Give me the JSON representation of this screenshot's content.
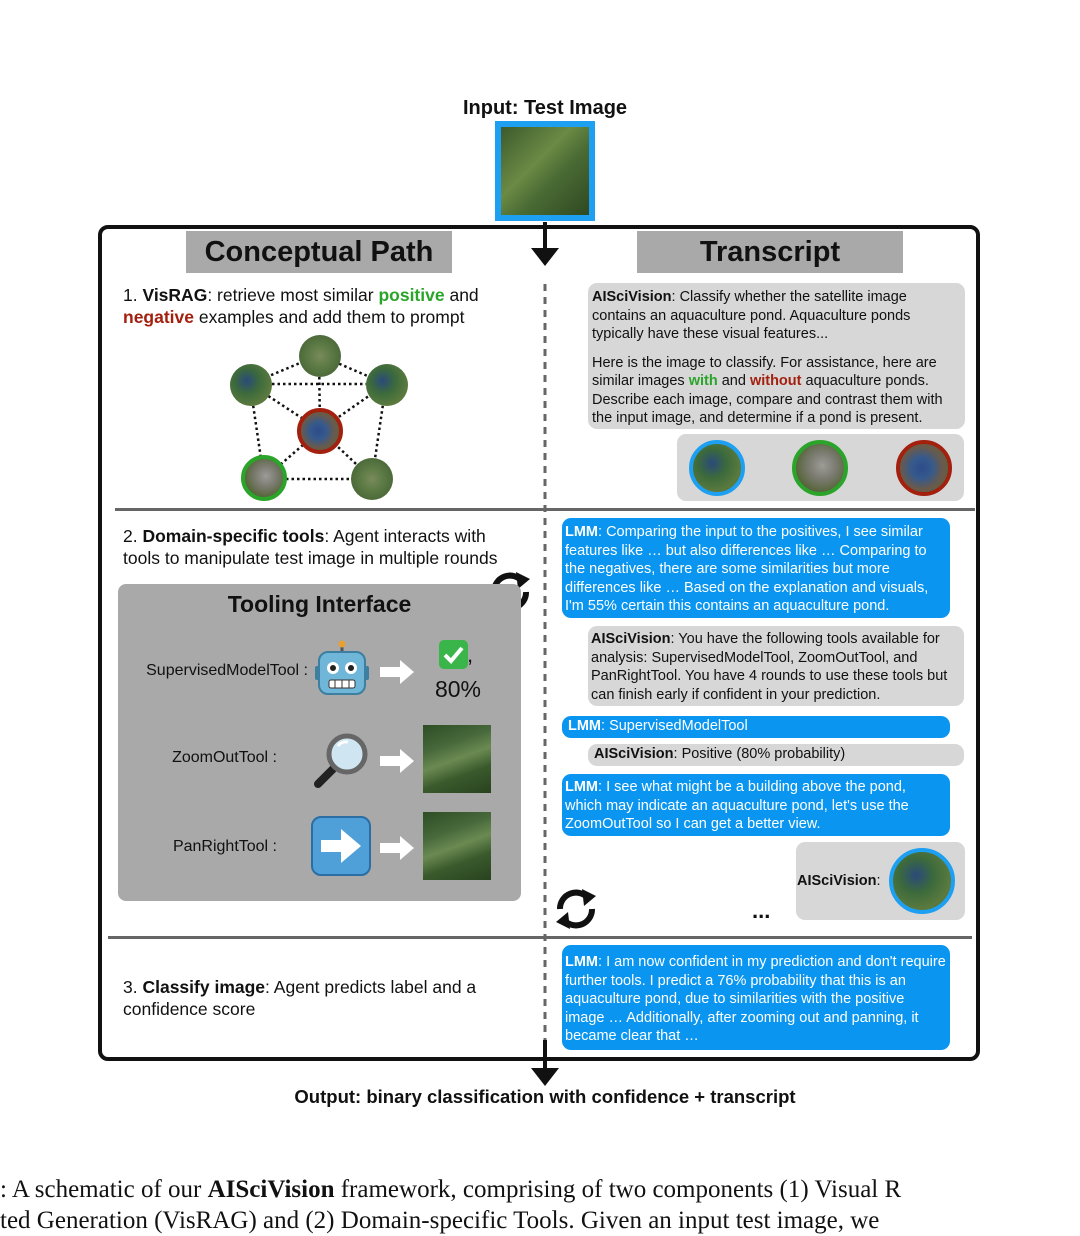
{
  "input_title": "Input: Test Image",
  "left_header": "Conceptual Path",
  "right_header": "Transcript",
  "step1": {
    "number": "1. ",
    "name": "VisRAG",
    "text_a": ": retrieve most similar ",
    "positive": "positive",
    "text_b": " and",
    "negative": "negative",
    "text_c": " examples and add them to prompt"
  },
  "step2": {
    "number": "2. ",
    "name": "Domain-specific tools",
    "text_a": ": Agent interacts with",
    "text_b": "tools to manipulate test image in multiple rounds"
  },
  "step3": {
    "number": "3. ",
    "name": "Classify image",
    "text_a": ": Agent predicts label and a",
    "text_b": "confidence score"
  },
  "tooling": {
    "title": "Tooling Interface",
    "tool1": "SupervisedModelTool :",
    "tool1_result": "80%",
    "tool1_comma": ",",
    "tool2": "ZoomOutTool :",
    "tool3": "PanRightTool :"
  },
  "transcript": {
    "m1_speaker": "AISciVision",
    "m1_p1": ": Classify whether the satellite image contains an aquaculture pond. Aquaculture ponds typically have these visual features...",
    "m1_p2a": "Here is the image to classify. For assistance, here are similar images ",
    "m1_with": "with",
    "m1_and": " and ",
    "m1_without": "without",
    "m1_p2b": " aquaculture ponds. Describe each image, compare and contrast them with the input image, and determine if a pond is present.",
    "m2_speaker": "LMM",
    "m2_text": ": Comparing the input to the positives, I see similar features like … but also differences like … Comparing to the negatives, there are some similarities but more differences like … Based on the explanation and visuals, I'm 55% certain this contains an aquaculture pond.",
    "m3_speaker": "AISciVision",
    "m3_text": ": You have the following tools available for analysis: SupervisedModelTool, ZoomOutTool, and PanRightTool. You have 4 rounds to use these tools but can finish early if confident in your prediction.",
    "m4_speaker": "LMM",
    "m4_text": ": SupervisedModelTool",
    "m5_speaker": "AISciVision",
    "m5_text": ": Positive (80% probability)",
    "m6_speaker": "LMM",
    "m6_text": ": I see what might be a building above the pond, which may indicate an aquaculture pond, let's use the ZoomOutTool so I can get a better view.",
    "m7_speaker": "AISciVision",
    "m7_colon": ":",
    "ellipsis": "...",
    "m8_speaker": "LMM",
    "m8_text": ": I am now confident in my prediction and don't require further tools. I predict a 76% probability that this is an aquaculture pond, due to similarities with the positive image … Additionally, after zooming out and panning, it became clear that …"
  },
  "output_title": "Output: binary classification with confidence + transcript",
  "caption": {
    "line1_a": ":  A schematic of our ",
    "line1_bold": "AISciVision",
    "line1_b": " framework, comprising of two components (1) Visual R",
    "line2": "ted Generation (VisRAG) and (2) Domain-specific Tools.  Given an input test image, we"
  },
  "colors": {
    "positive": "#2aa52a",
    "negative": "#a3200f",
    "lmm_blue": "#0a96f0",
    "input_border": "#1ea0f2"
  }
}
